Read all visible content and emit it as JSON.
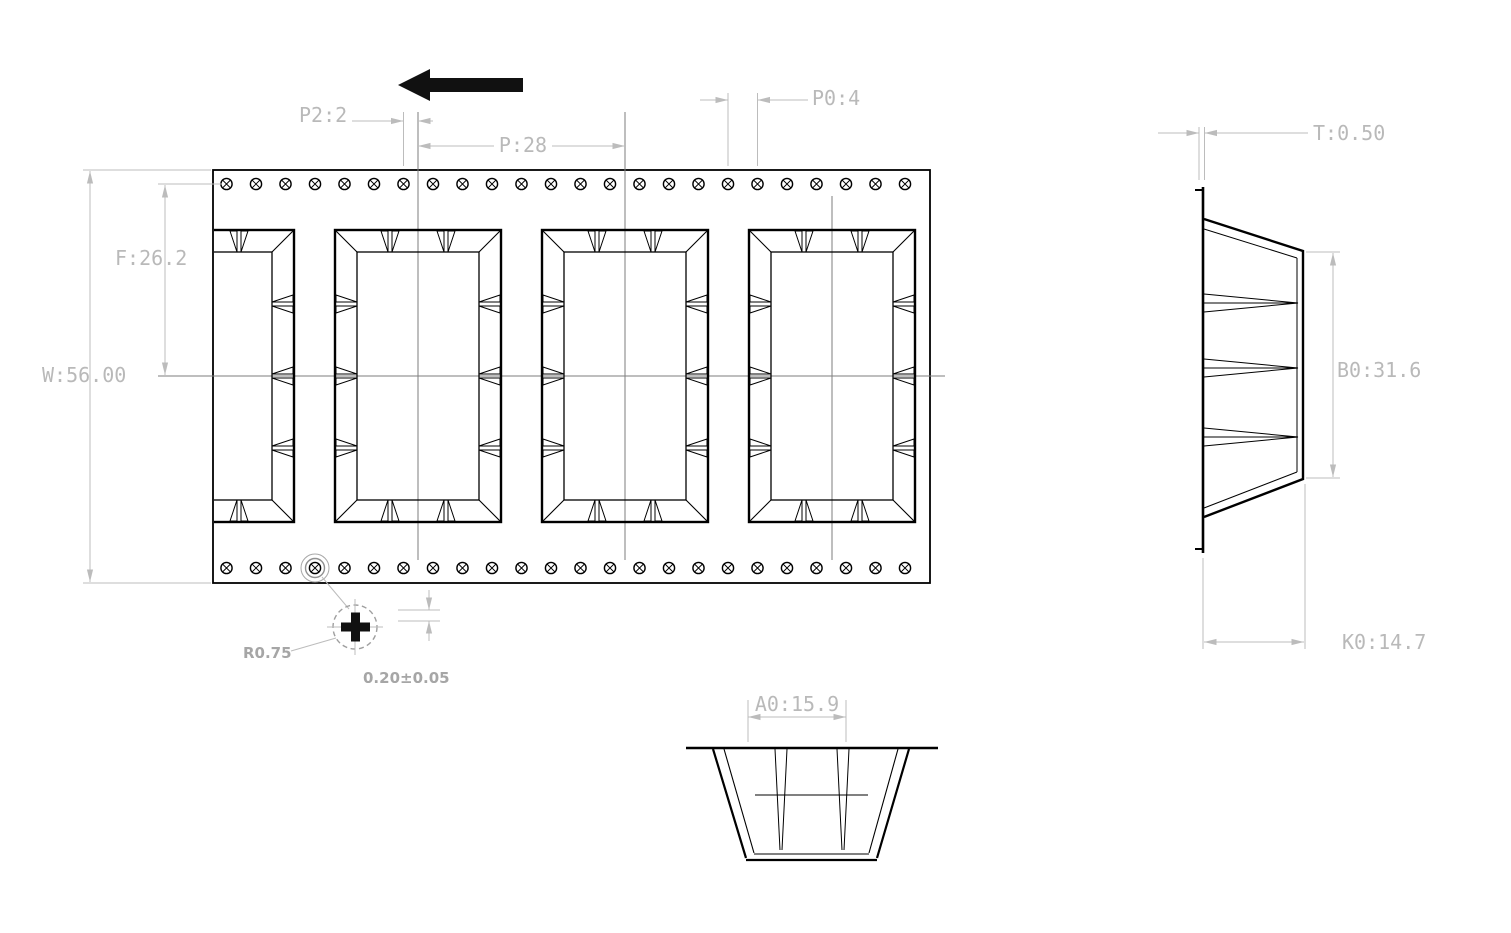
{
  "drawing_type": "carrier-tape-engineering-drawing",
  "views": {
    "top": {
      "dimensions": {
        "tape_width": "W:56.00",
        "pocket_center_offset": "F:26.2",
        "sprocket_to_pocket_center": "P2:2",
        "pocket_pitch": "P:28",
        "sprocket_pitch": "P0:4"
      },
      "detail": {
        "sprocket_hole_radius": "R0.75",
        "tolerance": "0.20±0.05"
      }
    },
    "side": {
      "dimensions": {
        "tape_thickness": "T:0.50",
        "pocket_length": "B0:31.6",
        "pocket_depth": "K0:14.7"
      }
    },
    "front": {
      "dimensions": {
        "pocket_width": "A0:15.9"
      }
    }
  },
  "icons": {
    "direction_arrow": "left-arrow-icon",
    "sprocket_hole": "sprocket-hole-icon"
  },
  "colors": {
    "line": "#000000",
    "dimension": "#bcbcbc",
    "centerline": "#7d7d7d",
    "detail_label": "#a6a6a6",
    "background": "#ffffff"
  }
}
